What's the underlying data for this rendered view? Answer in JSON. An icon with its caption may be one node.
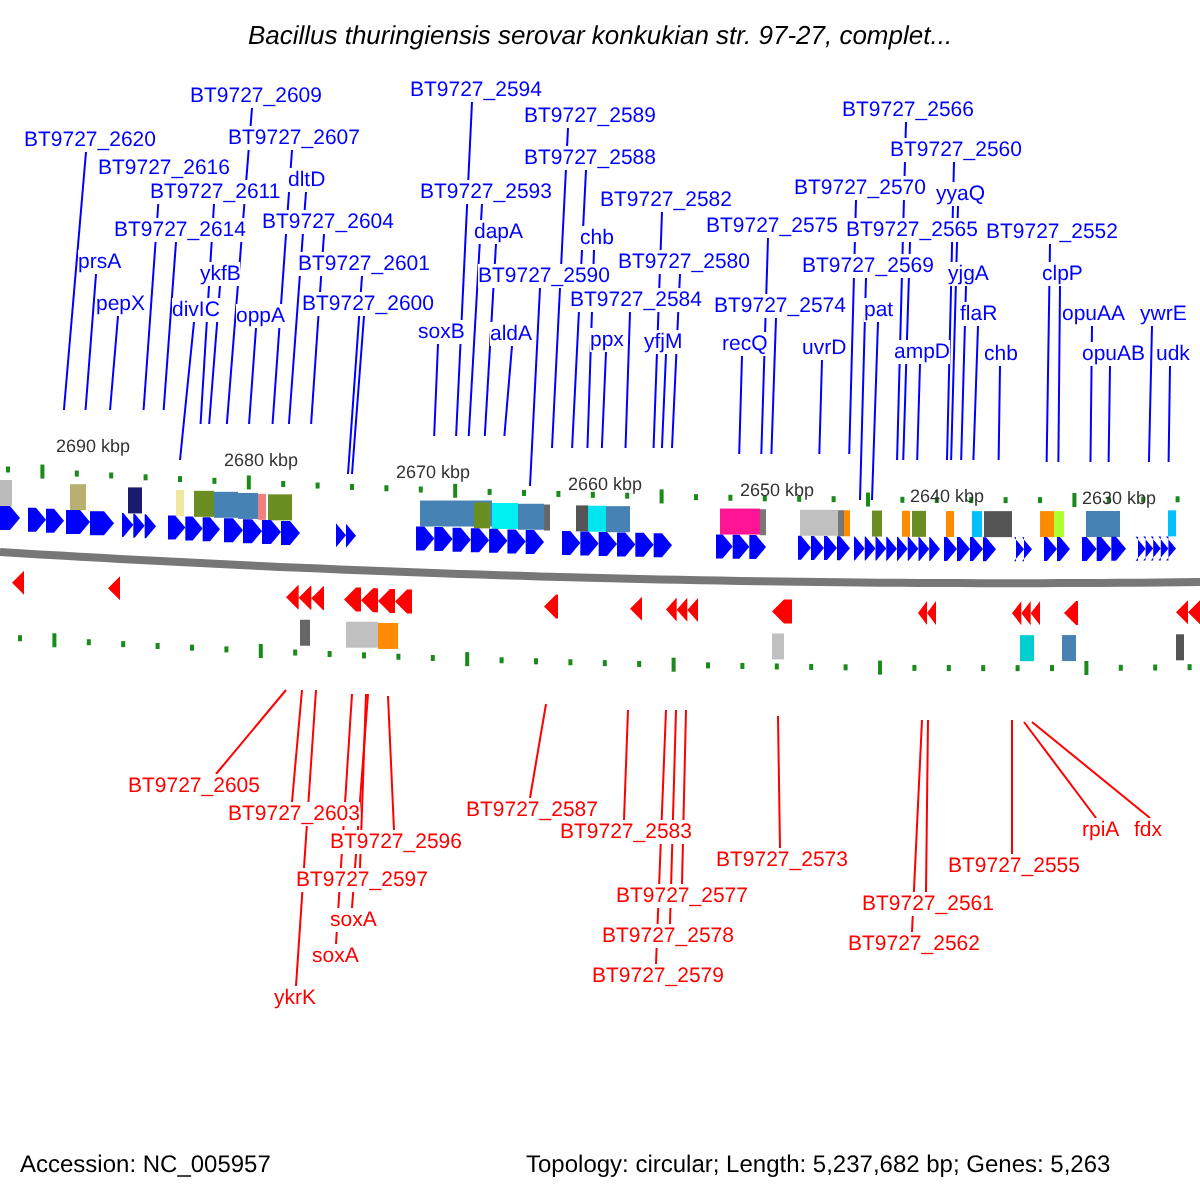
{
  "diagram": {
    "title": "Bacillus thuringiensis serovar konkukian str. 97-27, complet...",
    "nodes": [
      {
        "text": [
          "BT9727_2594"
        ]
      },
      {
        "text": [
          "BT9727_2609"
        ]
      },
      {
        "text": [
          "BT9727_2566"
        ]
      },
      {
        "text": [
          "BT9727_2589"
        ]
      },
      {
        "text": [
          "BT9727_2620"
        ]
      },
      {
        "text": [
          "BT9727_2607"
        ]
      },
      {
        "text": [
          "BT9727_2560"
        ]
      },
      {
        "text": [
          "BT9727_2588"
        ]
      },
      {
        "text": [
          "BT9727_2616"
        ]
      },
      {
        "text": [
          "dltD"
        ]
      },
      {
        "text": [
          "BT9727_2570"
        ]
      },
      {
        "text": [
          "BT9727_2611"
        ]
      },
      {
        "text": [
          "BT9727_2593"
        ]
      },
      {
        "text": [
          "yyaQ"
        ]
      },
      {
        "text": [
          "BT9727_2582"
        ]
      },
      {
        "text": [
          "BT9727_2604"
        ]
      },
      {
        "text": [
          "BT9727_2575"
        ]
      },
      {
        "text": [
          "BT9727_2614"
        ]
      },
      {
        "text": [
          "BT9727_2565"
        ]
      },
      {
        "text": [
          "BT9727_2552"
        ]
      },
      {
        "text": [
          "dapA"
        ]
      },
      {
        "text": [
          "chb"
        ]
      },
      {
        "text": [
          "prsA"
        ]
      },
      {
        "text": [
          "BT9727_2580"
        ]
      },
      {
        "text": [
          "BT9727_2601"
        ]
      },
      {
        "text": [
          "BT9727_2569"
        ]
      },
      {
        "text": [
          "ykfB"
        ]
      },
      {
        "text": [
          "yjgA"
        ]
      },
      {
        "text": [
          "clpP"
        ]
      },
      {
        "text": [
          "BT9727_2590"
        ]
      },
      {
        "text": [
          "BT9727_2584"
        ]
      },
      {
        "text": [
          "pepX"
        ]
      },
      {
        "text": [
          "BT9727_2600"
        ]
      },
      {
        "text": [
          "BT9727_2574"
        ]
      },
      {
        "text": [
          "divIC"
        ]
      },
      {
        "text": [
          "pat"
        ]
      },
      {
        "text": [
          "flaR"
        ]
      },
      {
        "text": [
          "opuAA"
        ]
      },
      {
        "text": [
          "ywrE"
        ]
      },
      {
        "text": [
          "oppA"
        ]
      },
      {
        "text": [
          "soxB"
        ]
      },
      {
        "text": [
          "aldA"
        ]
      },
      {
        "text": [
          "ppx"
        ]
      },
      {
        "text": [
          "yfjM"
        ]
      },
      {
        "text": [
          "recQ"
        ]
      },
      {
        "text": [
          "uvrD"
        ]
      },
      {
        "text": [
          "ampD"
        ]
      },
      {
        "text": [
          "chb"
        ]
      },
      {
        "text": [
          "opuAB"
        ]
      },
      {
        "text": [
          "udk"
        ]
      },
      {
        "text": [
          "BT9727_2605"
        ]
      },
      {
        "text": [
          "BT9727_2587"
        ]
      },
      {
        "text": [
          "BT9727_2603"
        ]
      },
      {
        "text": [
          "rpiA"
        ]
      },
      {
        "text": [
          "fdx"
        ]
      },
      {
        "text": [
          "BT9727_2583"
        ]
      },
      {
        "text": [
          "BT9727_2596"
        ]
      },
      {
        "text": [
          "BT9727_2573"
        ]
      },
      {
        "text": [
          "BT9727_2555"
        ]
      },
      {
        "text": [
          "BT9727_2597"
        ]
      },
      {
        "text": [
          "BT9727_2577"
        ]
      },
      {
        "text": [
          "BT9727_2561"
        ]
      },
      {
        "text": [
          "soxA"
        ]
      },
      {
        "text": [
          "BT9727_2578"
        ]
      },
      {
        "text": [
          "BT9727_2562"
        ]
      },
      {
        "text": [
          "soxA"
        ]
      },
      {
        "text": [
          "BT9727_2579"
        ]
      },
      {
        "text": [
          "ykrK"
        ]
      }
    ],
    "edges": [
      {
        "from": 0,
        "to": null,
        "arrow": "none"
      },
      {
        "from": 1,
        "to": null,
        "arrow": "none"
      },
      {
        "from": 2,
        "to": null,
        "arrow": "none"
      },
      {
        "from": 3,
        "to": null,
        "arrow": "none"
      },
      {
        "from": 4,
        "to": null,
        "arrow": "none"
      },
      {
        "from": 5,
        "to": null,
        "arrow": "none"
      },
      {
        "from": 6,
        "to": null,
        "arrow": "none"
      },
      {
        "from": 7,
        "to": null,
        "arrow": "none"
      },
      {
        "from": 8,
        "to": null,
        "arrow": "none"
      },
      {
        "from": 9,
        "to": null,
        "arrow": "none"
      },
      {
        "from": 10,
        "to": null,
        "arrow": "none"
      },
      {
        "from": 11,
        "to": null,
        "arrow": "none"
      },
      {
        "from": 12,
        "to": null,
        "arrow": "none"
      },
      {
        "from": 13,
        "to": null,
        "arrow": "none"
      },
      {
        "from": 14,
        "to": null,
        "arrow": "none"
      },
      {
        "from": 15,
        "to": null,
        "arrow": "none"
      },
      {
        "from": 16,
        "to": null,
        "arrow": "none"
      },
      {
        "from": 17,
        "to": null,
        "arrow": "none"
      },
      {
        "from": 18,
        "to": null,
        "arrow": "none"
      },
      {
        "from": 19,
        "to": null,
        "arrow": "none"
      },
      {
        "from": 20,
        "to": null,
        "arrow": "none"
      },
      {
        "from": 21,
        "to": null,
        "arrow": "none"
      },
      {
        "from": 22,
        "to": null,
        "arrow": "none"
      },
      {
        "from": 23,
        "to": null,
        "arrow": "none"
      },
      {
        "from": 24,
        "to": null,
        "arrow": "none"
      },
      {
        "from": 25,
        "to": null,
        "arrow": "none"
      },
      {
        "from": 26,
        "to": null,
        "arrow": "none"
      },
      {
        "from": 27,
        "to": null,
        "arrow": "none"
      },
      {
        "from": 28,
        "to": null,
        "arrow": "none"
      },
      {
        "from": 29,
        "to": null,
        "arrow": "none"
      },
      {
        "from": 30,
        "to": null,
        "arrow": "none"
      },
      {
        "from": 31,
        "to": null,
        "arrow": "none"
      },
      {
        "from": 32,
        "to": null,
        "arrow": "none"
      },
      {
        "from": 33,
        "to": null,
        "arrow": "none"
      },
      {
        "from": 34,
        "to": null,
        "arrow": "none"
      },
      {
        "from": 35,
        "to": null,
        "arrow": "none"
      },
      {
        "from": 36,
        "to": null,
        "arrow": "none"
      },
      {
        "from": 37,
        "to": null,
        "arrow": "none"
      },
      {
        "from": 38,
        "to": null,
        "arrow": "none"
      },
      {
        "from": 39,
        "to": null,
        "arrow": "none"
      },
      {
        "from": 40,
        "to": null,
        "arrow": "none"
      },
      {
        "from": 41,
        "to": null,
        "arrow": "none"
      },
      {
        "from": 42,
        "to": null,
        "arrow": "none"
      },
      {
        "from": 43,
        "to": null,
        "arrow": "none"
      },
      {
        "from": 44,
        "to": null,
        "arrow": "none"
      },
      {
        "from": 45,
        "to": null,
        "arrow": "none"
      },
      {
        "from": 46,
        "to": null,
        "arrow": "none"
      },
      {
        "from": 47,
        "to": null,
        "arrow": "none"
      },
      {
        "from": 48,
        "to": null,
        "arrow": "none"
      },
      {
        "from": 49,
        "to": null,
        "arrow": "none"
      },
      {
        "from": 50,
        "to": null,
        "arrow": "none",
        "color": "#ff0000"
      },
      {
        "from": 51,
        "to": null,
        "arrow": "none",
        "color": "#ff0000"
      },
      {
        "from": 52,
        "to": null,
        "arrow": "none",
        "color": "#ff0000"
      },
      {
        "from": 53,
        "to": null,
        "arrow": "none",
        "color": "#ff0000"
      },
      {
        "from": 54,
        "to": null,
        "arrow": "none",
        "color": "#ff0000"
      },
      {
        "from": 55,
        "to": null,
        "arrow": "none",
        "color": "#ff0000"
      },
      {
        "from": 56,
        "to": null,
        "arrow": "none",
        "color": "#ff0000"
      },
      {
        "from": 57,
        "to": null,
        "arrow": "none",
        "color": "#ff0000"
      },
      {
        "from": 58,
        "to": null,
        "arrow": "none",
        "color": "#ff0000"
      },
      {
        "from": 59,
        "to": null,
        "arrow": "none",
        "color": "#ff0000"
      },
      {
        "from": 60,
        "to": null,
        "arrow": "none",
        "color": "#ff0000"
      },
      {
        "from": 61,
        "to": null,
        "arrow": "none",
        "color": "#ff0000"
      },
      {
        "from": 62,
        "to": null,
        "arrow": "none",
        "color": "#ff0000"
      },
      {
        "from": 63,
        "to": null,
        "arrow": "none",
        "color": "#ff0000"
      },
      {
        "from": 64,
        "to": null,
        "arrow": "none",
        "color": "#ff0000"
      },
      {
        "from": 65,
        "to": null,
        "arrow": "none",
        "color": "#ff0000"
      },
      {
        "from": 66,
        "to": null,
        "arrow": "none",
        "color": "#ff0000"
      },
      {
        "from": 67,
        "to": null,
        "arrow": "none",
        "color": "#ff0000"
      }
    ],
    "labels": [
      "2690 kbp",
      "2680 kbp",
      "2670 kbp",
      "2660 kbp",
      "2650 kbp",
      "2640 kbp",
      "2630 kbp",
      "Accession: NC_005957",
      "Topology: circular; Length: 5,237,682 bp; Genes: 5,263"
    ]
  }
}
